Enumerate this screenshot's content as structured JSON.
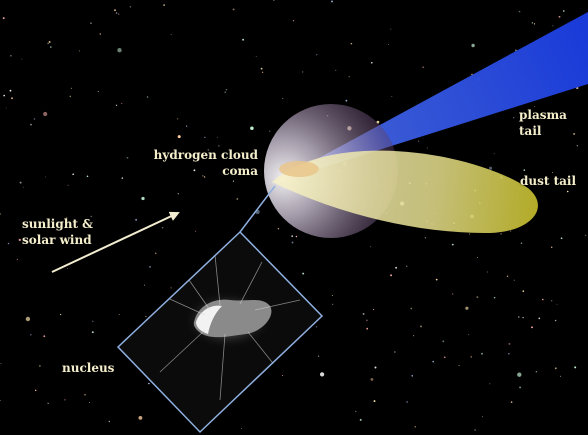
{
  "labels": {
    "plasma_tail": [
      "plasma",
      "tail"
    ],
    "hydrogen_cloud": "hydrogen cloud",
    "coma": "coma",
    "dust_tail": "dust tail",
    "sunlight": [
      "sunlight &",
      "solar wind"
    ],
    "nucleus": "nucleus"
  },
  "colors": {
    "background": "#000000",
    "plasma_tail": "#2b4bd6",
    "dust_tail": "#e8e39a",
    "hydrogen_cloud": "#b8a6c8",
    "coma": "#e9c68a",
    "arrow": "#f2ecd0",
    "label_text": "#f4eecb",
    "inset_frame": "#8fb0e0"
  }
}
